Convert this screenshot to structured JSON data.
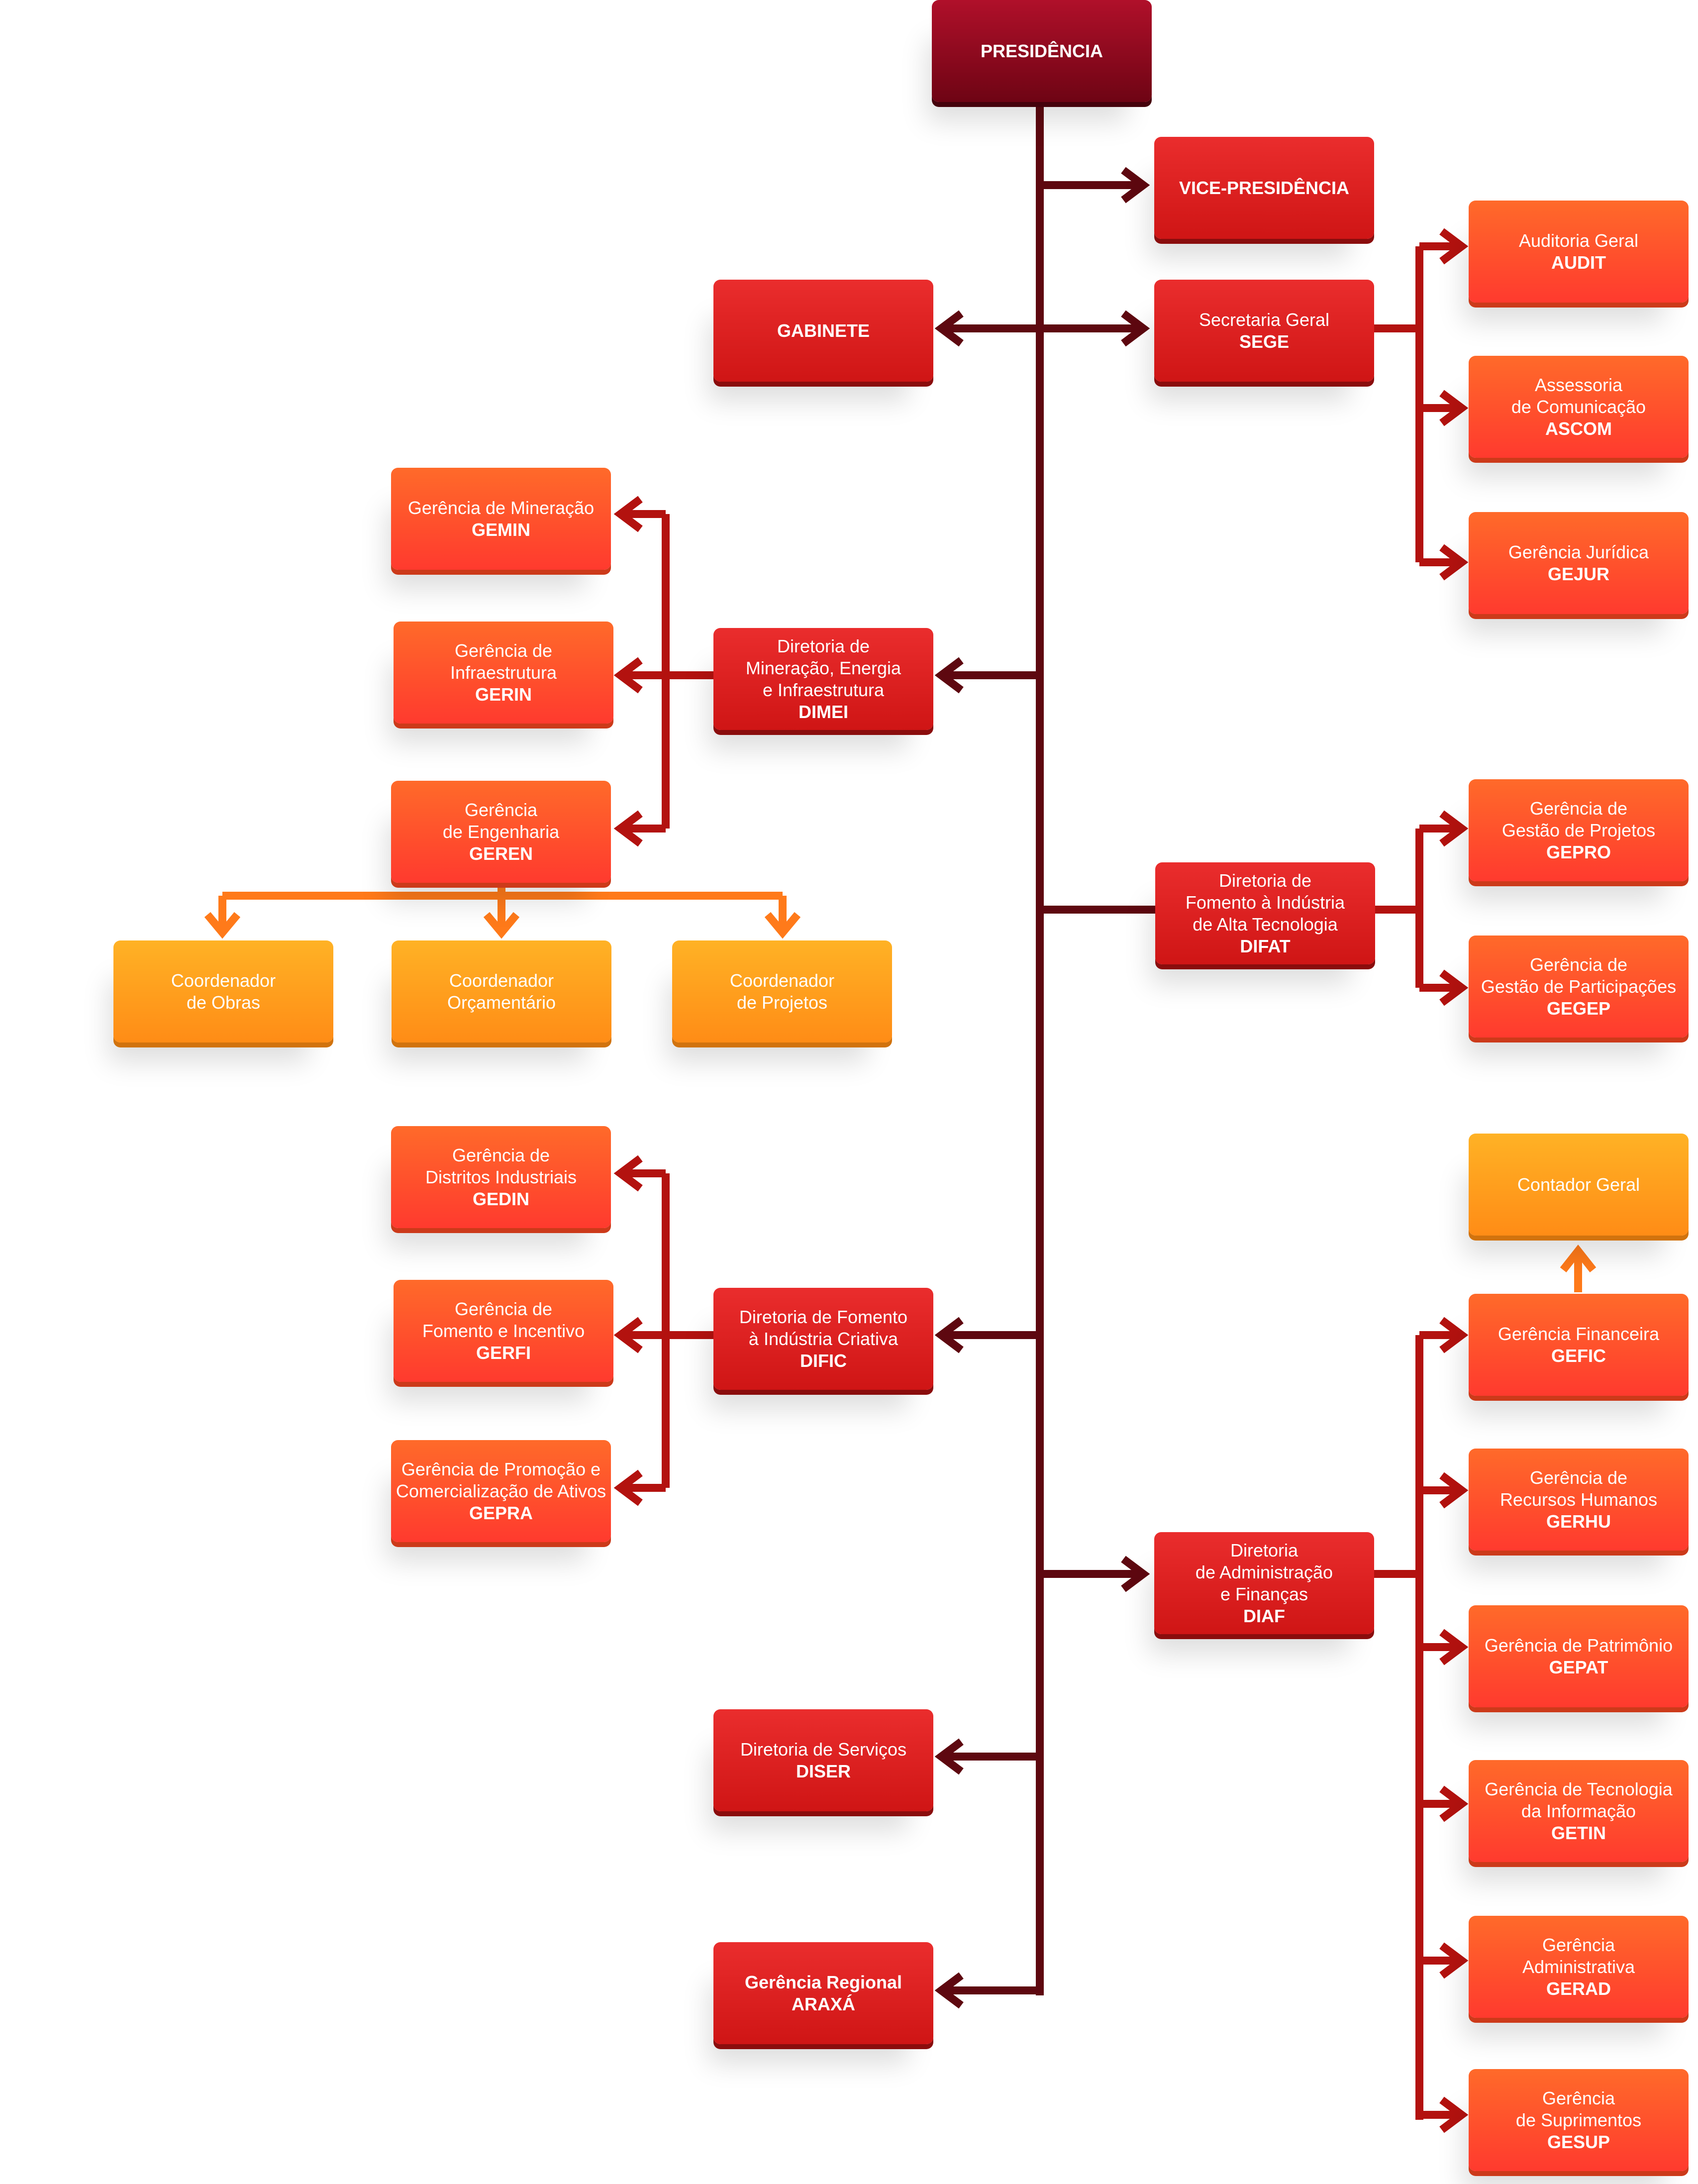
{
  "nodes": {
    "presidencia": {
      "line1": "PRESIDÊNCIA",
      "line2": "",
      "line3": "",
      "abbr": ""
    },
    "vice": {
      "line1": "VICE-PRESIDÊNCIA",
      "line2": "",
      "line3": "",
      "abbr": ""
    },
    "gabinete": {
      "line1": "GABINETE",
      "line2": "",
      "line3": "",
      "abbr": ""
    },
    "sege": {
      "line1": "Secretaria Geral",
      "line2": "",
      "line3": "",
      "abbr": "SEGE"
    },
    "audit": {
      "line1": "Auditoria Geral",
      "line2": "",
      "line3": "",
      "abbr": "AUDIT"
    },
    "ascom": {
      "line1": "Assessoria",
      "line2": "de Comunicação",
      "line3": "",
      "abbr": "ASCOM"
    },
    "gejur": {
      "line1": "Gerência Jurídica",
      "line2": "",
      "line3": "",
      "abbr": "GEJUR"
    },
    "gemin": {
      "line1": "Gerência de Mineração",
      "line2": "",
      "line3": "",
      "abbr": "GEMIN"
    },
    "gerin": {
      "line1": "Gerência de",
      "line2": "Infraestrutura",
      "line3": "",
      "abbr": "GERIN"
    },
    "dimei": {
      "line1": "Diretoria de",
      "line2": "Mineração, Energia",
      "line3": "e Infraestrutura",
      "abbr": "DIMEI"
    },
    "geren": {
      "line1": "Gerência",
      "line2": "de Engenharia",
      "line3": "",
      "abbr": "GEREN"
    },
    "coord_obras": {
      "line1": "Coordenador",
      "line2": "de Obras",
      "line3": "",
      "abbr": ""
    },
    "coord_orc": {
      "line1": "Coordenador",
      "line2": "Orçamentário",
      "line3": "",
      "abbr": ""
    },
    "coord_proj": {
      "line1": "Coordenador",
      "line2": "de Projetos",
      "line3": "",
      "abbr": ""
    },
    "gepro": {
      "line1": "Gerência de",
      "line2": "Gestão de Projetos",
      "line3": "",
      "abbr": "GEPRO"
    },
    "difat": {
      "line1": "Diretoria de",
      "line2": "Fomento à Indústria",
      "line3": "de Alta Tecnologia",
      "abbr": "DIFAT"
    },
    "gegep": {
      "line1": "Gerência de",
      "line2": "Gestão de Participações",
      "line3": "",
      "abbr": "GEGEP"
    },
    "gedin": {
      "line1": "Gerência de",
      "line2": "Distritos Industriais",
      "line3": "",
      "abbr": "GEDIN"
    },
    "contador": {
      "line1": "Contador Geral",
      "line2": "",
      "line3": "",
      "abbr": ""
    },
    "gerfi": {
      "line1": "Gerência de",
      "line2": "Fomento e Incentivo",
      "line3": "",
      "abbr": "GERFI"
    },
    "dific": {
      "line1": "Diretoria de Fomento",
      "line2": "à Indústria Criativa",
      "line3": "",
      "abbr": "DIFIC"
    },
    "gefic": {
      "line1": "Gerência Financeira",
      "line2": "",
      "line3": "",
      "abbr": "GEFIC"
    },
    "gepra": {
      "line1": "Gerência de Promoção e",
      "line2": "Comercialização de Ativos",
      "line3": "",
      "abbr": "GEPRA"
    },
    "gerhu": {
      "line1": "Gerência de",
      "line2": "Recursos Humanos",
      "line3": "",
      "abbr": "GERHU"
    },
    "diaf": {
      "line1": "Diretoria",
      "line2": "de Administração",
      "line3": "e Finanças",
      "abbr": "DIAF"
    },
    "gepat": {
      "line1": "Gerência de Patrimônio",
      "line2": "",
      "line3": "",
      "abbr": "GEPAT"
    },
    "diser": {
      "line1": "Diretoria de Serviços",
      "line2": "",
      "line3": "",
      "abbr": "DISER"
    },
    "getin": {
      "line1": "Gerência de Tecnologia",
      "line2": "da Informação",
      "line3": "",
      "abbr": "GETIN"
    },
    "gerad": {
      "line1": "Gerência",
      "line2": "Administrativa",
      "line3": "",
      "abbr": "GERAD"
    },
    "araxa": {
      "line1": "Gerência Regional",
      "line2": "",
      "line3": "",
      "abbr": "ARAXÁ"
    },
    "gesup": {
      "line1": "Gerência",
      "line2": "de Suprimentos",
      "line3": "",
      "abbr": "GESUP"
    }
  },
  "colors": {
    "presidencia": "#8e0a1f",
    "diretoria": "#d91c1c",
    "gerencia": "#ff4d2b",
    "coordenador": "#ff9a1c",
    "trunk_line": "#5e0810",
    "branch_line": "#b3120f",
    "coord_line": "#ff7a1a"
  }
}
